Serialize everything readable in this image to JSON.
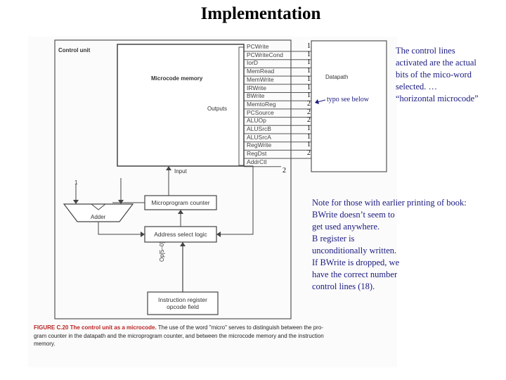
{
  "title": "Implementation",
  "control_unit_label": "Control unit",
  "microcode_memory_label": "Microcode memory",
  "outputs_label": "Outputs",
  "input_label": "Input",
  "datapath_label": "Datapath",
  "signals": [
    "PCWrite",
    "PCWriteCond",
    "IorD",
    "MemRead",
    "MemWrite",
    "IRWrite",
    "BWrite",
    "MemtoReg",
    "PCSource",
    "ALUOp",
    "ALUSrcB",
    "ALUSrcA",
    "RegWrite",
    "RegDst",
    "AddrCtl"
  ],
  "bit_counts": [
    "1",
    "1",
    "1",
    "1",
    "1",
    "1",
    "1",
    "2",
    "2",
    "2",
    "1",
    "1",
    "1",
    "2"
  ],
  "adder_label": "Adder",
  "adder_input": "1",
  "microprogram_counter_label": "Microprogram counter",
  "address_select_logic_label": "Address select logic",
  "op_field_label": "Op[5–0]",
  "instruction_register_line1": "Instruction register",
  "instruction_register_line2": "opcode field",
  "typo_note": "typo see below",
  "right_note": {
    "lines": [
      "The control lines",
      "activated are the actual",
      "bits of the mico-word",
      "selected. …",
      "“horizontal microcode”"
    ]
  },
  "bottom_note": {
    "lines": [
      "Note for those with earlier printing of book:",
      "BWrite  doesn’t seem to",
      "get used anywhere.",
      "B register is",
      "unconditionally written.",
      "If BWrite is dropped, we",
      "have the correct number",
      "control lines (18)."
    ]
  },
  "caption": {
    "figure": "FIGURE C.20",
    "bold": "The control unit as a microcode.",
    "line1_rest": " The use of the word \"micro\" serves to distinguish between the pro-",
    "line2": "gram counter in the datapath and the microprogram counter, and between the microcode memory and the instruction",
    "line3": "memory."
  }
}
